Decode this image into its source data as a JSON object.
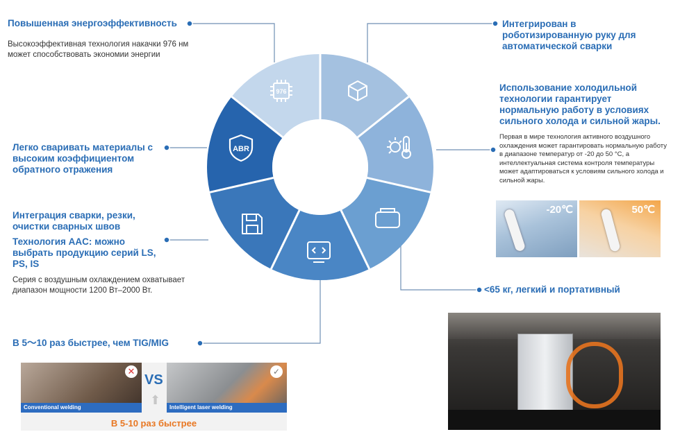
{
  "features": {
    "energy": {
      "title": "Повышенная энергоэффективность",
      "desc": "Высокоэффективная технология накачки 976 нм может способствовать экономии энергии"
    },
    "robot": {
      "title": "Интегрирован в роботизированную руку для автоматической сварки"
    },
    "cooling": {
      "title": "Использование холодильной технологии гарантирует нормальную работу в условиях сильного холода и сильной жары.",
      "desc": "Первая в мире технология активного воздушного охлаждения может гарантировать нормальную работу в диапазоне температур от -20 до 50 °C, а интеллектуальная система контроля температуры может адаптироваться к условиям сильного холода и сильной жары.",
      "cold_label": "-20℃",
      "hot_label": "50℃"
    },
    "abr": {
      "title": "Легко сваривать материалы с высоким коэффициентом обратного отражения"
    },
    "integration": {
      "title1": "Интеграция сварки, резки, очистки сварных швов",
      "title2": "Технология AAC: можно выбрать продукцию серий LS, PS, IS",
      "desc": "Серия с воздушным охлаждением охватывает диапазон мощности 1200 Вт–2000 Вт."
    },
    "portable": {
      "title": "<65 кг, легкий и портативный"
    },
    "speed": {
      "title": "В 5〜10 раз быстрее, чем TIG/MIG",
      "conventional_label": "Conventional welding",
      "laser_label": "Intelligent laser welding",
      "vs": "VS",
      "caption": "В 5-10 раз быстрее"
    }
  },
  "wheel": {
    "center_icon_976": "976",
    "abr_icon": "ABR",
    "icons": [
      "chip-icon",
      "cube-icon",
      "thermometer-sun-icon",
      "case-icon",
      "code-screen-icon",
      "save-disk-icon",
      "abr-shield-icon"
    ]
  },
  "colors": {
    "accent": "#2a6db5",
    "orange": "#e87722"
  }
}
